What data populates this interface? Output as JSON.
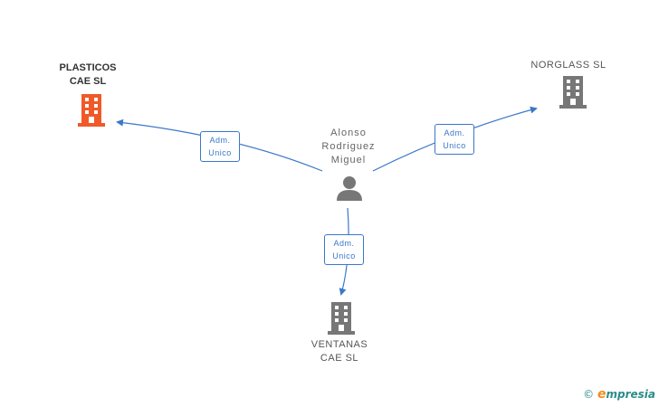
{
  "nodes": {
    "person": {
      "lines": [
        "Alonso",
        "Rodriguez",
        "Miguel"
      ],
      "icon": "person-icon",
      "color": "#777777"
    },
    "plasticos": {
      "lines": [
        "PLASTICOS",
        "CAE SL"
      ],
      "icon": "building-icon",
      "color": "#f05a28"
    },
    "norglass": {
      "lines": [
        "NORGLASS SL"
      ],
      "icon": "building-icon",
      "color": "#777777"
    },
    "ventanas": {
      "lines": [
        "VENTANAS",
        "CAE SL"
      ],
      "icon": "building-icon",
      "color": "#777777"
    }
  },
  "edges": [
    {
      "target": "plasticos",
      "lines": [
        "Adm.",
        "Unico"
      ]
    },
    {
      "target": "norglass",
      "lines": [
        "Adm.",
        "Unico"
      ]
    },
    {
      "target": "ventanas",
      "lines": [
        "Adm.",
        "Unico"
      ]
    }
  ],
  "edge_color": "#3b78c9",
  "brand": {
    "symbol": "©",
    "initial": "e",
    "rest": "mpresia"
  }
}
